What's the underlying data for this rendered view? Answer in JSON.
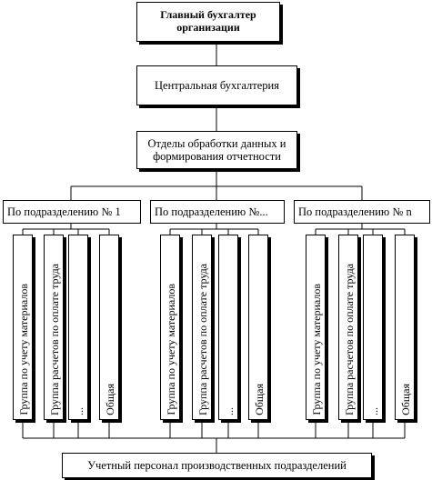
{
  "chief": "Главный бухгалтер организации",
  "central": "Центральная бухгалтерия",
  "departments": "Отделы обработки данных и формирования отчетности",
  "subdivisions": [
    {
      "label": "По подразделению № 1",
      "groups": [
        "Группа по учету материалов",
        "Группа расчетов по оплате труда",
        "...",
        "Общая"
      ]
    },
    {
      "label": "По подразделению №...",
      "groups": [
        "Группа по учету материалов",
        "Группа расчетов по оплате труда",
        "...",
        "Общая"
      ]
    },
    {
      "label": "По подразделению № n",
      "groups": [
        "Группа по учету материалов",
        "Группа расчетов по оплате труда",
        "...",
        "Общая"
      ]
    }
  ],
  "bottom": "Учетный персонал производственных подразделений"
}
